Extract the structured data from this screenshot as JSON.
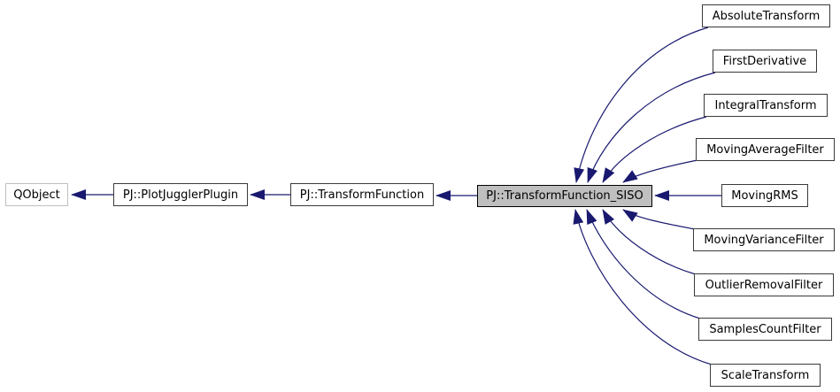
{
  "diagram": {
    "kind": "class-inheritance-graph",
    "colors": {
      "arrow": "#191970",
      "current_node_fill": "#bfbfbf",
      "node_border": "#3a3a3a",
      "external_node_border": "#bfbfbf",
      "background": "#ffffff"
    },
    "nodes": [
      {
        "label": "QObject"
      },
      {
        "label": "PJ::PlotJugglerPlugin"
      },
      {
        "label": "PJ::TransformFunction"
      },
      {
        "label": "PJ::TransformFunction_SISO"
      },
      {
        "label": "AbsoluteTransform"
      },
      {
        "label": "FirstDerivative"
      },
      {
        "label": "IntegralTransform"
      },
      {
        "label": "MovingAverageFilter"
      },
      {
        "label": "MovingRMS"
      },
      {
        "label": "MovingVarianceFilter"
      },
      {
        "label": "OutlierRemovalFilter"
      },
      {
        "label": "SamplesCountFilter"
      },
      {
        "label": "ScaleTransform"
      }
    ],
    "edges": [
      {
        "from": "PJ::PlotJugglerPlugin",
        "to": "QObject"
      },
      {
        "from": "PJ::TransformFunction",
        "to": "PJ::PlotJugglerPlugin"
      },
      {
        "from": "PJ::TransformFunction_SISO",
        "to": "PJ::TransformFunction"
      },
      {
        "from": "AbsoluteTransform",
        "to": "PJ::TransformFunction_SISO"
      },
      {
        "from": "FirstDerivative",
        "to": "PJ::TransformFunction_SISO"
      },
      {
        "from": "IntegralTransform",
        "to": "PJ::TransformFunction_SISO"
      },
      {
        "from": "MovingAverageFilter",
        "to": "PJ::TransformFunction_SISO"
      },
      {
        "from": "MovingRMS",
        "to": "PJ::TransformFunction_SISO"
      },
      {
        "from": "MovingVarianceFilter",
        "to": "PJ::TransformFunction_SISO"
      },
      {
        "from": "OutlierRemovalFilter",
        "to": "PJ::TransformFunction_SISO"
      },
      {
        "from": "SamplesCountFilter",
        "to": "PJ::TransformFunction_SISO"
      },
      {
        "from": "ScaleTransform",
        "to": "PJ::TransformFunction_SISO"
      }
    ]
  }
}
